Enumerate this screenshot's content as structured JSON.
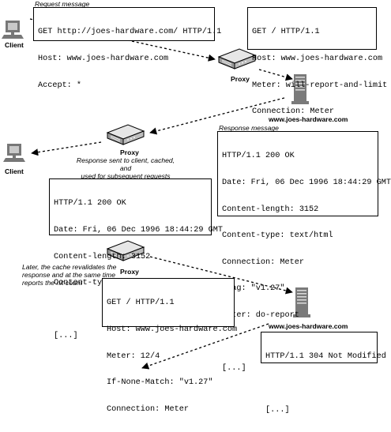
{
  "labels": {
    "client": "Client",
    "proxy": "Proxy",
    "server": "www.joes-hardware.com"
  },
  "captions": {
    "request_message": "Request message",
    "response_message": "Response message",
    "response_sent": [
      "Response sent to client, cached, and",
      "used for subsequent requests"
    ],
    "later": [
      "Later, the cache revalidates the",
      "response and at the same time",
      "reports the hit count"
    ]
  },
  "messages": {
    "client_request": [
      "GET http://joes-hardware.com/ HTTP/1.1",
      "Host: www.joes-hardware.com",
      "Accept: *"
    ],
    "proxy_request": [
      "GET / HTTP/1.1",
      "Host: www.joes-hardware.com",
      "Meter: will-report-and-limit",
      "Connection: Meter"
    ],
    "server_response": [
      "HTTP/1.1 200 OK",
      "Date: Fri, 06 Dec 1996 18:44:29 GMT",
      "Content-length: 3152",
      "Content-type: text/html",
      "Connection: Meter",
      "ETag: \"v1.27\"",
      "Meter: do-report",
      "",
      "[...]"
    ],
    "client_response": [
      "HTTP/1.1 200 OK",
      "Date: Fri, 06 Dec 1996 18:44:29 GMT",
      "Content-length: 3152",
      "Content-type: text/html",
      "",
      "[...]"
    ],
    "revalidate_request": [
      "GET / HTTP/1.1",
      "Host: www.joes-hardware.com",
      "Meter: 12/4",
      "If-None-Match: \"v1.27\"",
      "Connection: Meter"
    ],
    "not_modified_response": [
      "HTTP/1.1 304 Not Modified",
      "",
      "[...]"
    ]
  }
}
